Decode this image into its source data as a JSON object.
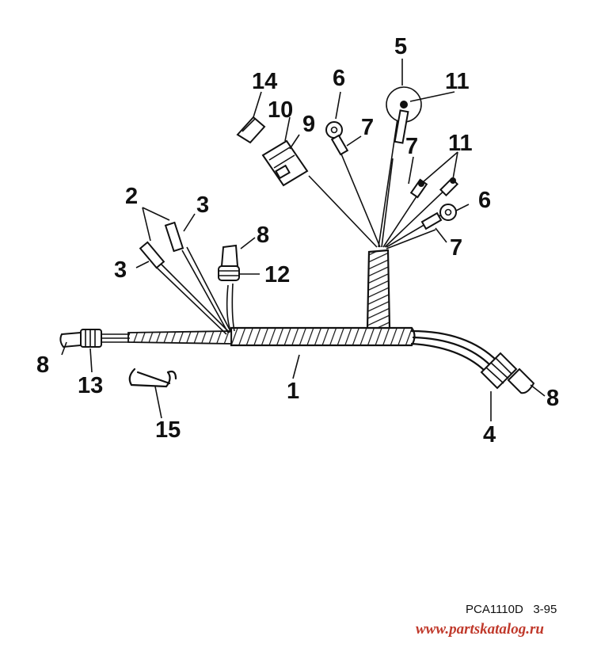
{
  "callouts": {
    "c1": "1",
    "c2": "2",
    "c3a": "3",
    "c3b": "3",
    "c4": "4",
    "c5": "5",
    "c6a": "6",
    "c6b": "6",
    "c7a": "7",
    "c7b": "7",
    "c7c": "7",
    "c8a": "8",
    "c8b": "8",
    "c8c": "8",
    "c9": "9",
    "c10": "10",
    "c11a": "11",
    "c11b": "11",
    "c12": "12",
    "c13": "13",
    "c14": "14",
    "c15": "15"
  },
  "footer": {
    "code": "PCA1110D",
    "date": "3-95",
    "url": "www.partskatalog.ru"
  },
  "colors": {
    "line": "#111111",
    "watermark": "#c0392b",
    "background": "#ffffff"
  }
}
